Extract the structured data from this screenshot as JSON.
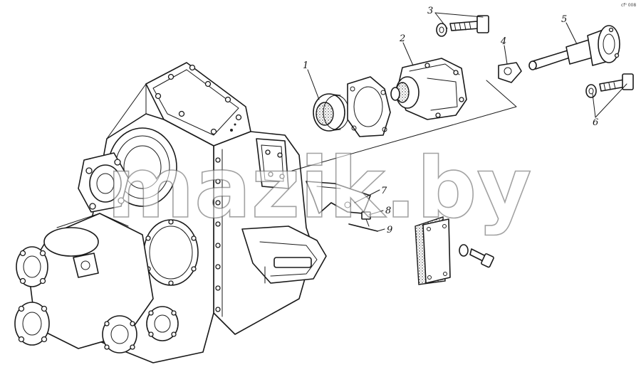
{
  "diagram": {
    "callouts": [
      {
        "id": "1",
        "label": "1"
      },
      {
        "id": "2",
        "label": "2"
      },
      {
        "id": "3",
        "label": "3"
      },
      {
        "id": "4",
        "label": "4"
      },
      {
        "id": "5",
        "label": "5"
      },
      {
        "id": "6",
        "label": "6"
      },
      {
        "id": "7",
        "label": "7"
      },
      {
        "id": "8",
        "label": "8"
      },
      {
        "id": "9",
        "label": "9"
      }
    ],
    "watermark": "mazik.by",
    "corner_code": "cf⁰ 008"
  }
}
